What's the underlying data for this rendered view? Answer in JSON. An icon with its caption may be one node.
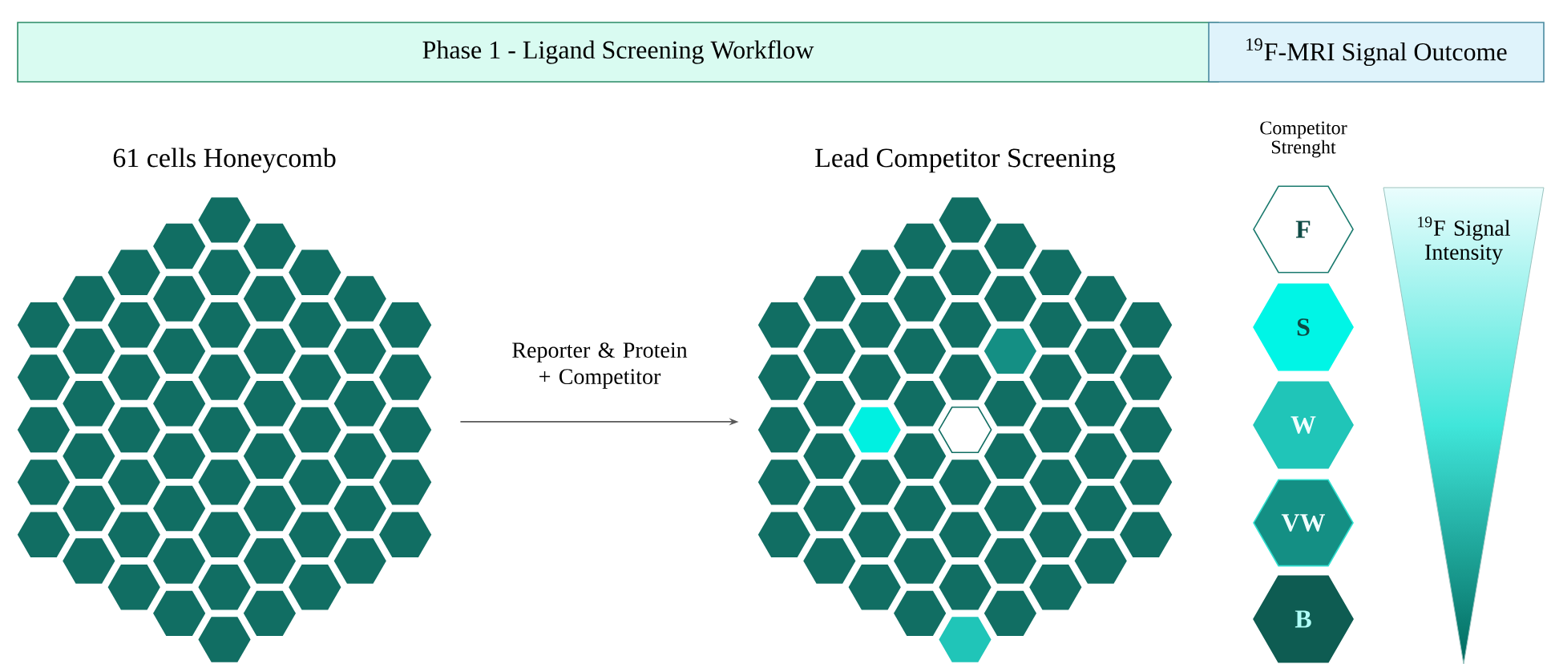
{
  "diagram": {
    "nodes": [
      {
        "text": [
          "Phase 1 - Ligand Screening Workflow"
        ]
      },
      {
        "text": [
          "$^{19}$F-MRI Signal Outcome"
        ]
      },
      {
        "text": [
          "61 cells Honeycomb"
        ]
      },
      {
        "text": [
          "Lead Competitor Screening"
        ]
      },
      {
        "text": [
          "F"
        ]
      },
      {
        "text": [
          "S"
        ]
      },
      {
        "text": [
          "W"
        ]
      },
      {
        "text": [
          "VW"
        ]
      },
      {
        "text": [
          "B"
        ]
      },
      {
        "text": [
          "$^{19}$F Signal Intensity"
        ]
      }
    ],
    "edges": [
      {
        "from": 2,
        "to": 3,
        "arrow": "to",
        "label": "Reporter & Protein + Competitor"
      }
    ],
    "labels": [
      "Competitor Strenght"
    ]
  }
}
